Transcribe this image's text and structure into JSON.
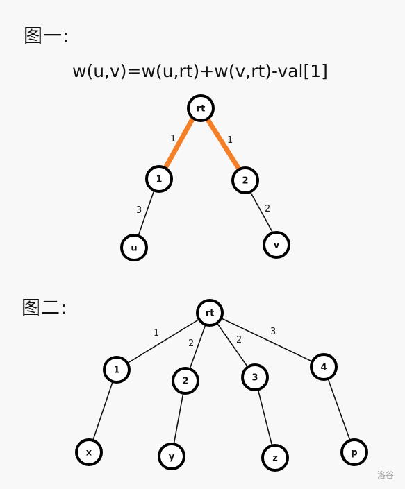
{
  "figure1": {
    "heading": "图一:",
    "formula": "w(u,v)=w(u,rt)+w(v,rt)-val[1]",
    "nodes": {
      "rt": "rt",
      "n1": "1",
      "n2": "2",
      "u": "u",
      "v": "v"
    },
    "edge_labels": {
      "rt_1": "1",
      "rt_2": "1",
      "1_u": "3",
      "2_v": "2"
    },
    "highlight_color": "#f47f27"
  },
  "figure2": {
    "heading": "图二:",
    "nodes": {
      "rt": "rt",
      "n1": "1",
      "n2": "2",
      "n3": "3",
      "n4": "4",
      "x": "x",
      "y": "y",
      "z": "z",
      "p": "p"
    },
    "edge_labels": {
      "rt_1": "1",
      "rt_2": "2",
      "rt_3": "2",
      "rt_4": "3"
    }
  },
  "watermark": "洛谷"
}
